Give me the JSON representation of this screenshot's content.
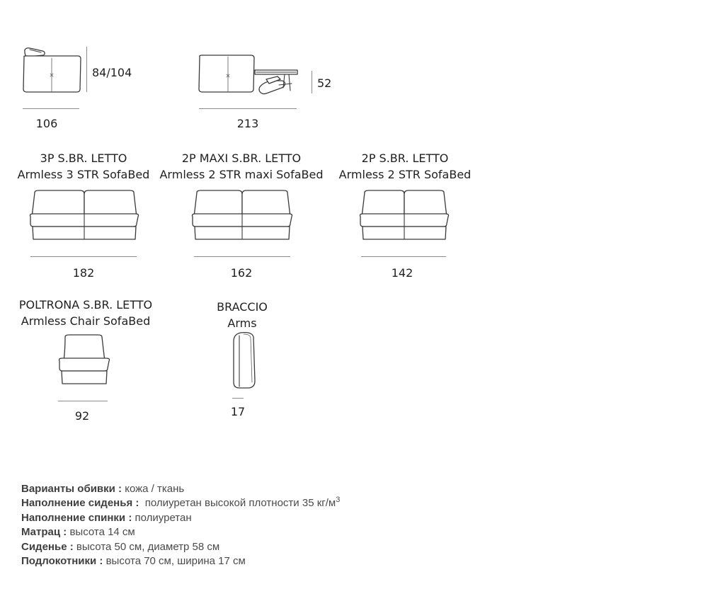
{
  "profiles": {
    "side": {
      "width": "106",
      "height": "84/104"
    },
    "bed_open": {
      "width": "213",
      "height": "52"
    }
  },
  "models": [
    {
      "code": "3P S.BR. LETTO",
      "name": "Armless 3 STR SofaBed",
      "width": "182"
    },
    {
      "code": "2P MAXI S.BR. LETTO",
      "name": "Armless 2 STR maxi SofaBed",
      "width": "162"
    },
    {
      "code": "2P S.BR. LETTO",
      "name": "Armless 2 STR SofaBed",
      "width": "142"
    },
    {
      "code": "POLTRONA S.BR. LETTO",
      "name": "Armless Chair SofaBed",
      "width": "92"
    },
    {
      "code": "BRACCIO",
      "name": "Arms",
      "width": "17"
    }
  ],
  "specs": [
    {
      "key": "Варианты обивки :",
      "value": "кожа / ткань"
    },
    {
      "key": "Наполнение сиденья :",
      "value": "полиуретан высокой плотности 35 кг/м",
      "sup": "3"
    },
    {
      "key": "Наполнение спинки :",
      "value": "полиуретан"
    },
    {
      "key": "Матрац :",
      "value": "высота 14 см"
    },
    {
      "key": "Сиденье :",
      "value": "высота 50 см, диаметр 58 см"
    },
    {
      "key": "Подлокотники :",
      "value": "высота 70 см, ширина 17 см"
    }
  ]
}
